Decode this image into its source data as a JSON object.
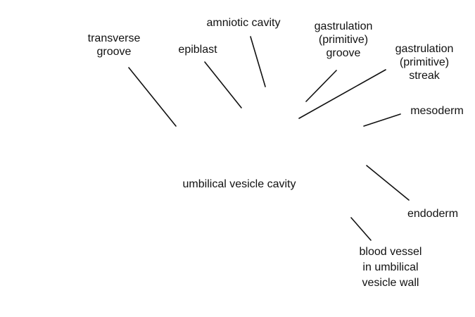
{
  "labels": {
    "transverse_groove": [
      "transverse",
      "groove"
    ],
    "epiblast": [
      "epiblast"
    ],
    "amniotic_cavity": [
      "amniotic cavity"
    ],
    "gastrulation_groove": [
      "gastrulation",
      "(primitive)",
      "groove"
    ],
    "gastrulation_streak": [
      "gastrulation",
      "(primitive)",
      "streak"
    ],
    "mesoderm": [
      "mesoderm"
    ],
    "umbilical_vesicle_cavity": [
      "umbilical vesicle cavity"
    ],
    "endoderm": [
      "endoderm"
    ],
    "blood_vessel": [
      "blood vessel",
      "in umbilical",
      "vesicle wall"
    ]
  }
}
